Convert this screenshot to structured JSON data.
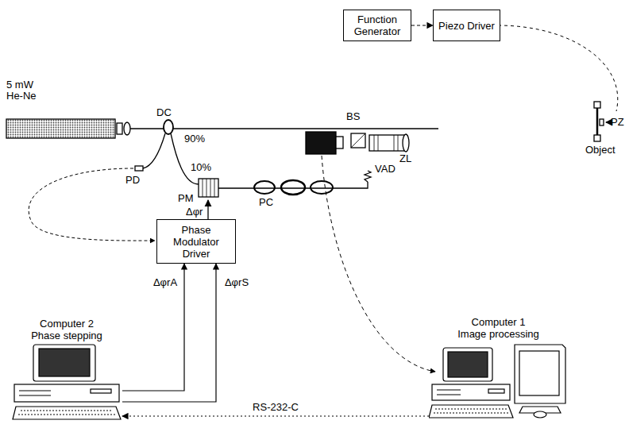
{
  "diagram": {
    "nodes": [
      {
        "text": [
          "Function Generator"
        ]
      },
      {
        "text": [
          "Piezo Driver"
        ]
      },
      {
        "text": [
          "Phase Modulator Driver"
        ]
      },
      {
        "text": [
          "Computer 2 Phase stepping"
        ]
      },
      {
        "text": [
          "Computer 1 Image processing"
        ]
      }
    ],
    "edges": [
      {
        "from": 0,
        "to": 1,
        "arrow": "to"
      },
      {
        "from": 3,
        "to": 2,
        "label": "ΔφrA",
        "arrow": "to"
      },
      {
        "from": 3,
        "to": 2,
        "label": "ΔφrS",
        "arrow": "to"
      },
      {
        "from": 4,
        "to": 3,
        "label": "RS-232-C",
        "arrow": "to"
      }
    ],
    "labels": [
      "5 mW He-Ne",
      "DC",
      "90%",
      "10%",
      "BS",
      "PD",
      "PM",
      "PC",
      "VAD",
      "ZL",
      "PZ",
      "Object",
      "Δφr"
    ]
  }
}
